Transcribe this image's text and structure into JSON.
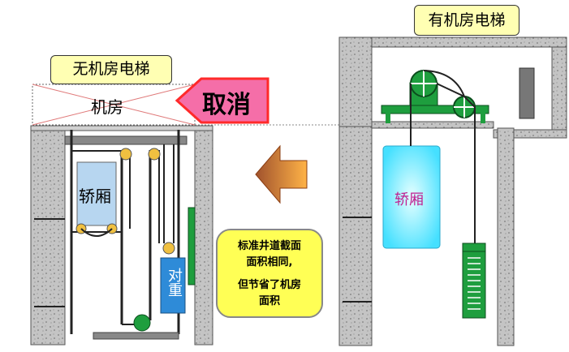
{
  "left_diagram": {
    "title": "无机房电梯",
    "machine_room_label": "机房",
    "car_label": "轿厢",
    "counterweight_label": "对重"
  },
  "cancel_label": "取消",
  "right_diagram": {
    "title": "有机房电梯",
    "car_label": "轿厢"
  },
  "note": {
    "line1": "标准井道截面",
    "line2": "面积相同,",
    "line3": "但节省了机房",
    "line4": "面积"
  },
  "colors": {
    "wall": "#bdbdbd",
    "cancel_arrow": "#f56ea8",
    "arrow_gradient_dark": "#a0522d",
    "arrow_gradient_light": "#ffb347",
    "car_fill_right": "#55eaff",
    "car_fill_left": "#b7d6f0",
    "counterweight": "#2e8bd8",
    "machine_green": "#1e9e3e",
    "note_fill": "#ffff55"
  }
}
